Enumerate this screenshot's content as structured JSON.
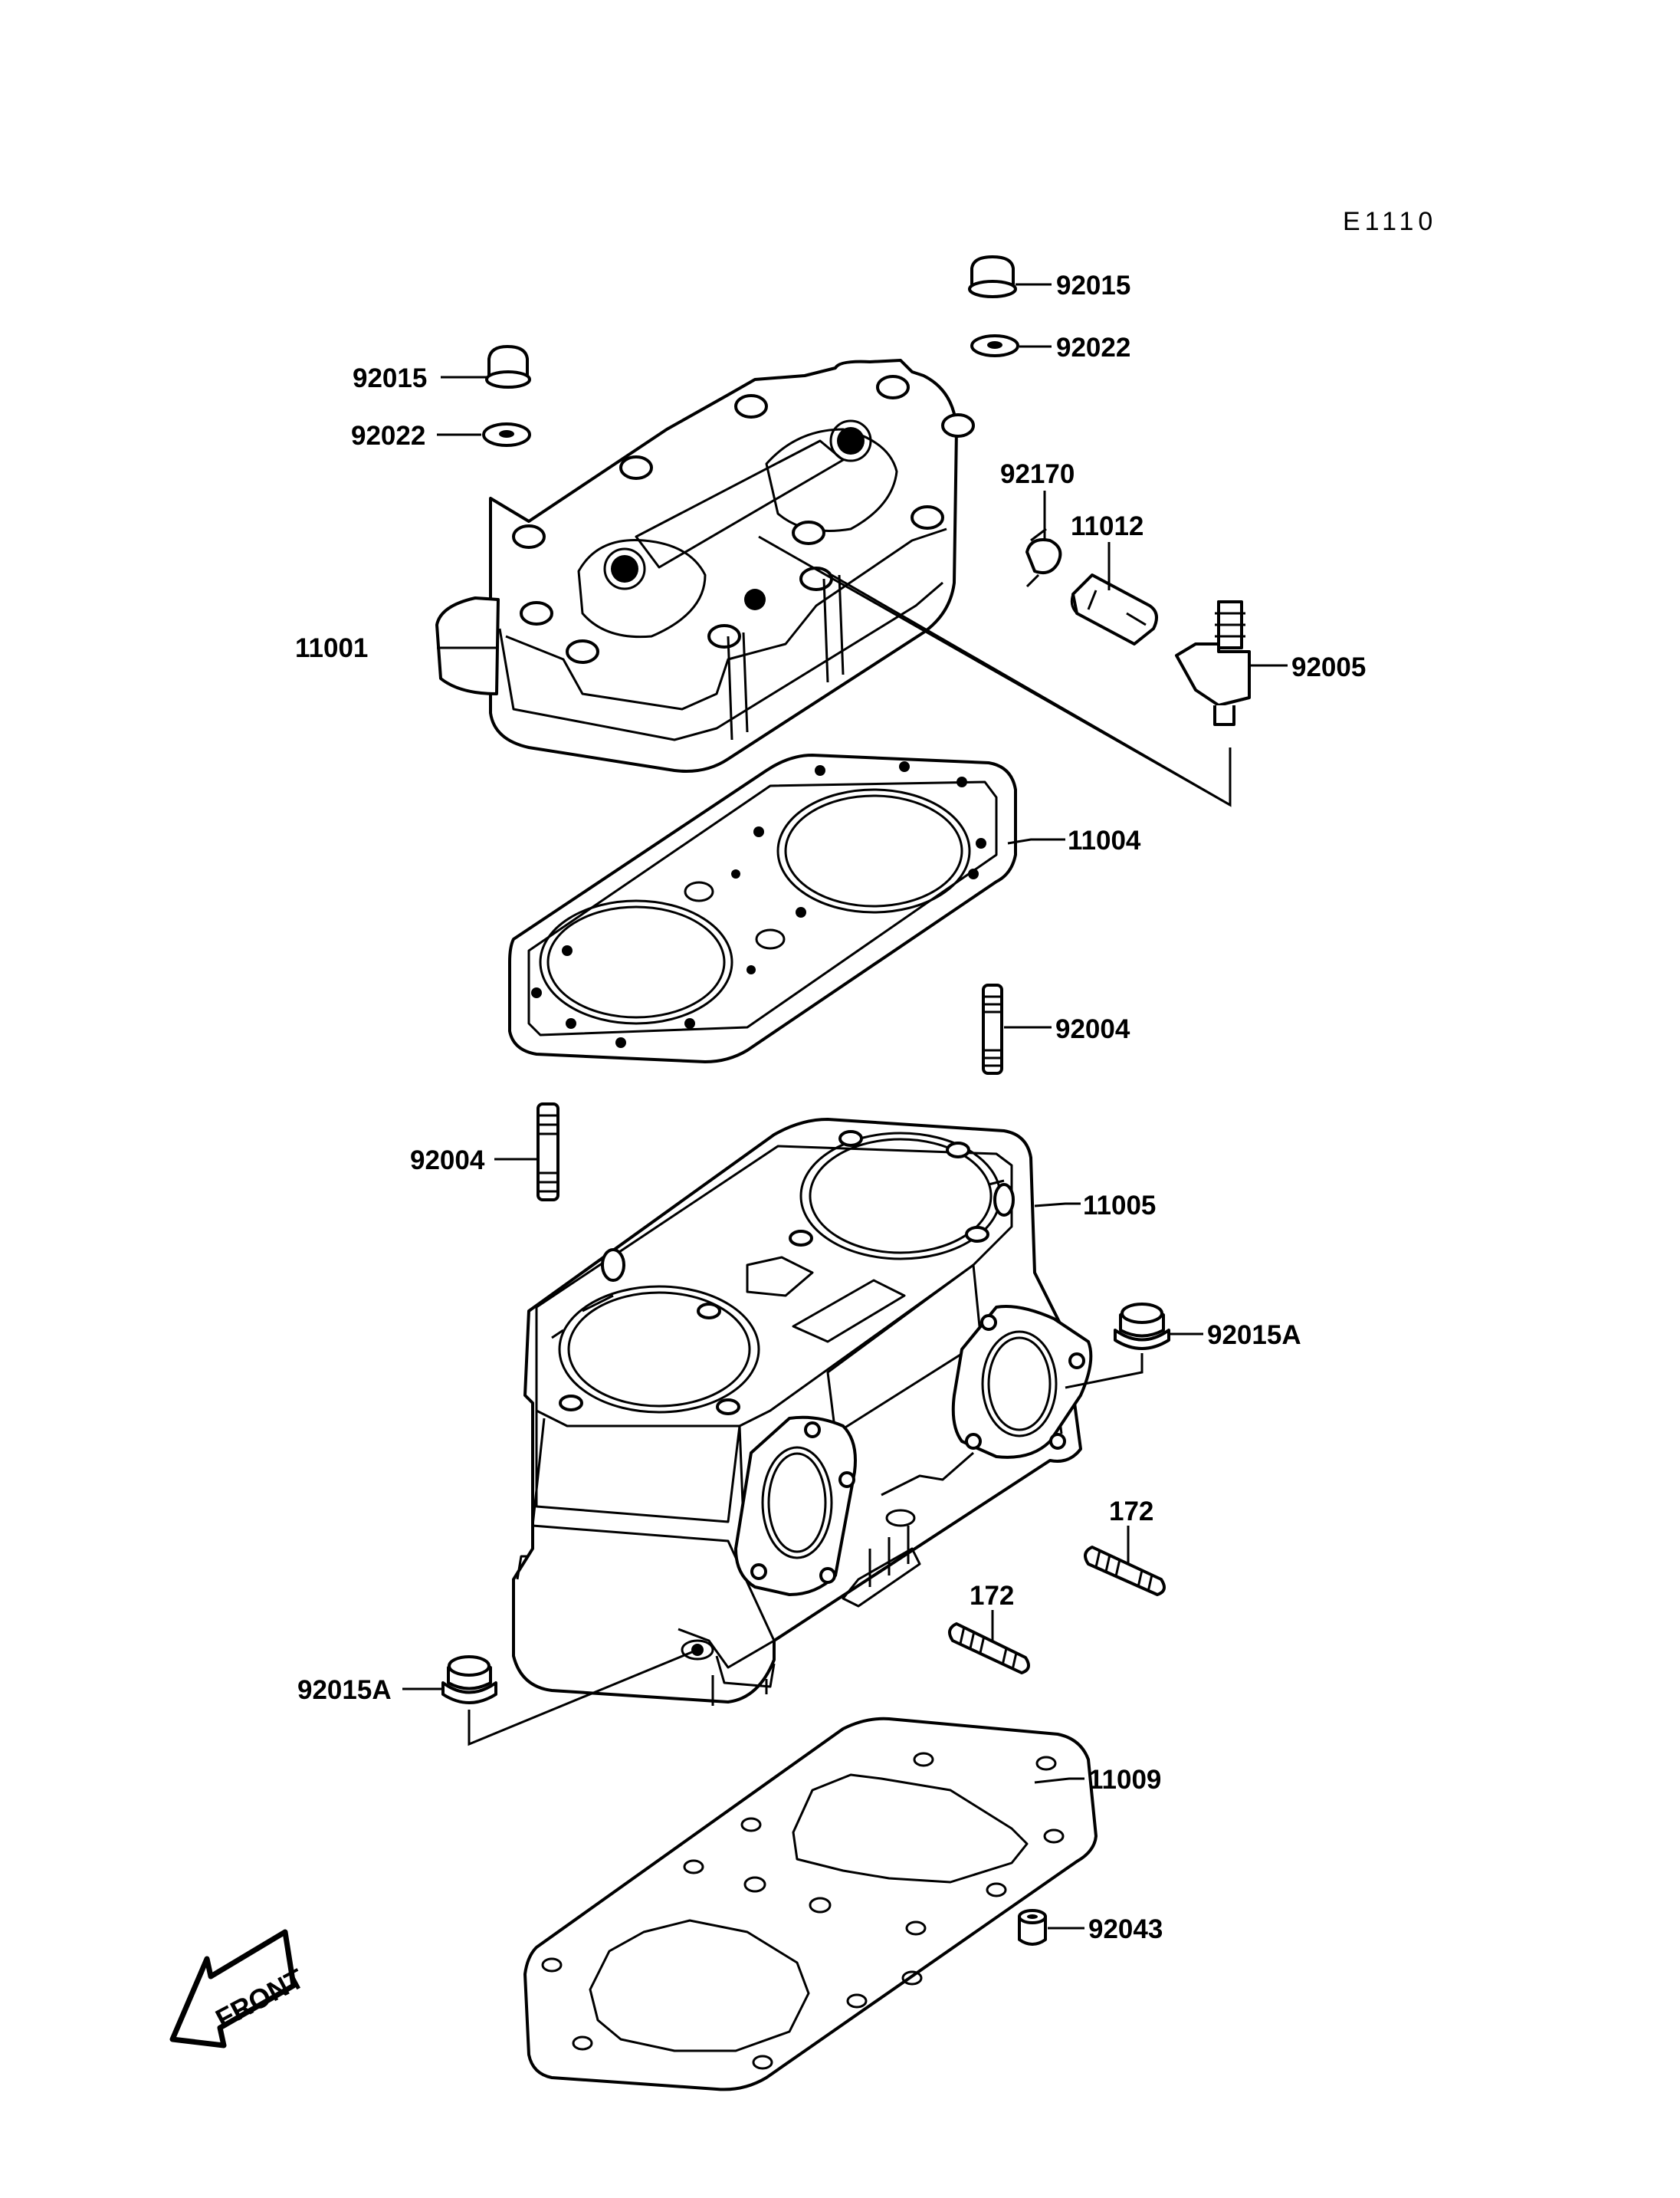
{
  "diagram_code": "E1110",
  "front_label": "FRONT",
  "callouts": {
    "nut_right": "92015",
    "washer_right": "92022",
    "nut_left": "92015",
    "washer_left": "92022",
    "clip": "92170",
    "fitting": "11012",
    "head": "11001",
    "nipple": "92005",
    "head_gasket": "11004",
    "stud_right": "92004",
    "stud_left": "92004",
    "cylinder": "11005",
    "nut_a_right": "92015A",
    "stud_172_right": "172",
    "stud_172_center": "172",
    "nut_a_left": "92015A",
    "base_gasket": "11009",
    "dowel": "92043"
  }
}
